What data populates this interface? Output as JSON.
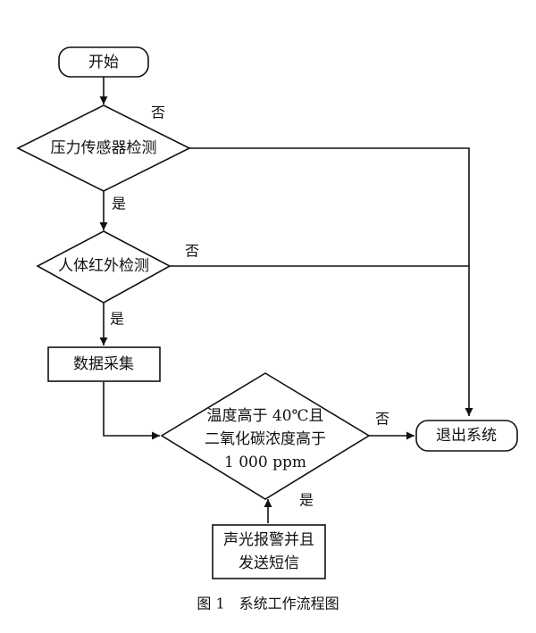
{
  "nodes": {
    "start": "开始",
    "pressure": "压力传感器检测",
    "infrared": "人体红外检测",
    "collect": "数据采集",
    "condition_l1": "温度高于 40℃且",
    "condition_l2": "二氧化碳浓度高于",
    "condition_l3": "1 000 ppm",
    "alarm_l1": "声光报警并且",
    "alarm_l2": "发送短信",
    "exit": "退出系统"
  },
  "edges": {
    "pressure_yes": "是",
    "pressure_no": "否",
    "infrared_yes": "是",
    "infrared_no": "否",
    "condition_yes": "是",
    "condition_no": "否"
  },
  "caption": "图 1　系统工作流程图"
}
